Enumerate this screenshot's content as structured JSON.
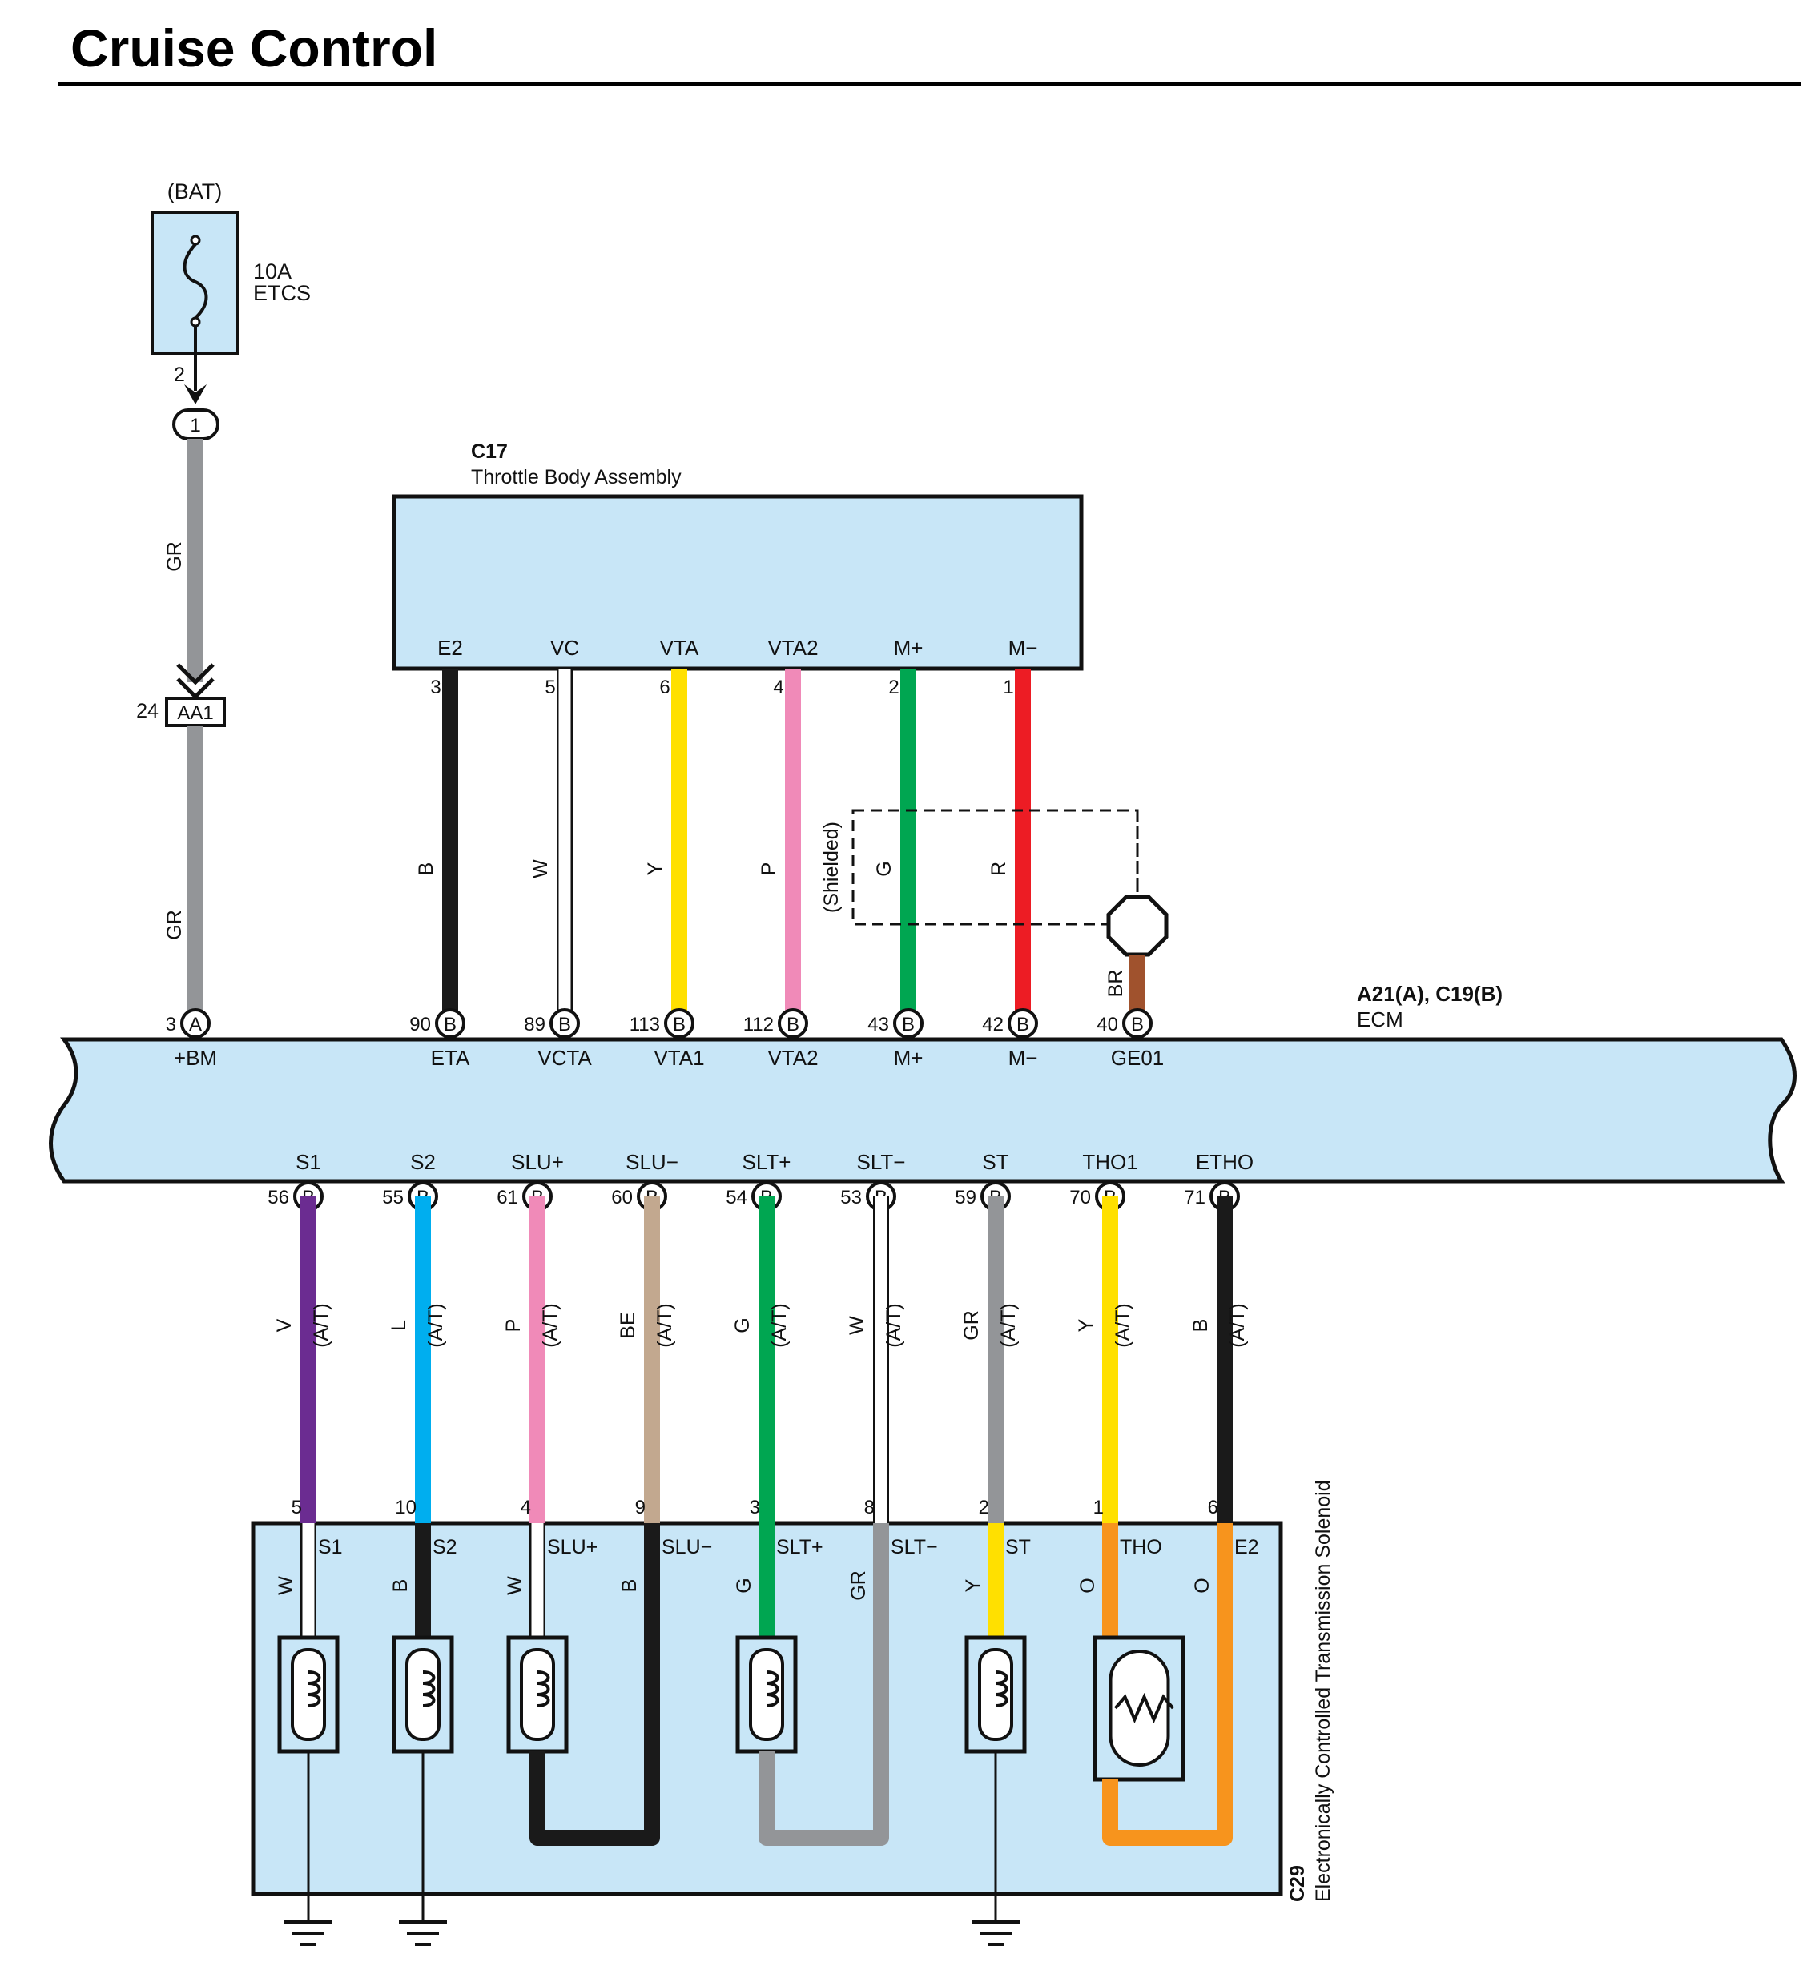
{
  "title": "Cruise Control",
  "colors": {
    "component_fill": "#c8e6f7",
    "B": "#1a1a1a",
    "W": "#ffffff",
    "Y": "#ffe000",
    "P": "#f08ab8",
    "G": "#00a651",
    "R": "#ed1c24",
    "BR": "#a0522d",
    "GR": "#939598",
    "V": "#6b2c91",
    "L": "#00aeef",
    "BE": "#c2a88f",
    "O": "#f7941d"
  },
  "battery": {
    "label": "(BAT)",
    "fuse_amp": "10A",
    "fuse_name": "ETCS",
    "pin": "2"
  },
  "connector_1": {
    "label": "1"
  },
  "junction": {
    "pin": "24",
    "label": "AA1"
  },
  "feed": {
    "wire_top": "GR",
    "wire_bottom": "GR"
  },
  "throttle": {
    "id": "C17",
    "name": "Throttle Body Assembly",
    "terminals": [
      {
        "name": "E2",
        "pin": "3",
        "wire": "B"
      },
      {
        "name": "VC",
        "pin": "5",
        "wire": "W"
      },
      {
        "name": "VTA",
        "pin": "6",
        "wire": "Y"
      },
      {
        "name": "VTA2",
        "pin": "4",
        "wire": "P"
      },
      {
        "name": "M+",
        "pin": "2",
        "wire": "G"
      },
      {
        "name": "M−",
        "pin": "1",
        "wire": "R"
      }
    ],
    "shield_label": "(Shielded)",
    "shield_wire": "BR"
  },
  "ecm": {
    "id": "A21(A), C19(B)",
    "name": "ECM",
    "top_pins": [
      {
        "num": "3",
        "conn": "A",
        "name": "+BM"
      },
      {
        "num": "90",
        "conn": "B",
        "name": "ETA"
      },
      {
        "num": "89",
        "conn": "B",
        "name": "VCTA"
      },
      {
        "num": "113",
        "conn": "B",
        "name": "VTA1"
      },
      {
        "num": "112",
        "conn": "B",
        "name": "VTA2"
      },
      {
        "num": "43",
        "conn": "B",
        "name": "M+"
      },
      {
        "num": "42",
        "conn": "B",
        "name": "M−"
      },
      {
        "num": "40",
        "conn": "B",
        "name": "GE01"
      }
    ],
    "bottom_pins": [
      {
        "num": "56",
        "conn": "B",
        "name": "S1"
      },
      {
        "num": "55",
        "conn": "B",
        "name": "S2"
      },
      {
        "num": "61",
        "conn": "B",
        "name": "SLU+"
      },
      {
        "num": "60",
        "conn": "B",
        "name": "SLU−"
      },
      {
        "num": "54",
        "conn": "B",
        "name": "SLT+"
      },
      {
        "num": "53",
        "conn": "B",
        "name": "SLT−"
      },
      {
        "num": "59",
        "conn": "B",
        "name": "ST"
      },
      {
        "num": "70",
        "conn": "B",
        "name": "THO1"
      },
      {
        "num": "71",
        "conn": "B",
        "name": "ETHO"
      }
    ]
  },
  "at_wires": [
    {
      "wire": "V",
      "note": "(A/T)"
    },
    {
      "wire": "L",
      "note": "(A/T)"
    },
    {
      "wire": "P",
      "note": "(A/T)"
    },
    {
      "wire": "BE",
      "note": "(A/T)"
    },
    {
      "wire": "G",
      "note": "(A/T)"
    },
    {
      "wire": "W",
      "note": "(A/T)"
    },
    {
      "wire": "GR",
      "note": "(A/T)"
    },
    {
      "wire": "Y",
      "note": "(A/T)"
    },
    {
      "wire": "B",
      "note": "(A/T)"
    }
  ],
  "solenoid": {
    "id": "C29",
    "name": "Electronically Controlled Transmission Solenoid",
    "terminals": [
      {
        "pin": "5",
        "name": "S1",
        "wire": "W"
      },
      {
        "pin": "10",
        "name": "S2",
        "wire": "B"
      },
      {
        "pin": "4",
        "name": "SLU+",
        "wire": "W"
      },
      {
        "pin": "9",
        "name": "SLU−",
        "wire": "B"
      },
      {
        "pin": "3",
        "name": "SLT+",
        "wire": "G"
      },
      {
        "pin": "8",
        "name": "SLT−",
        "wire": "GR"
      },
      {
        "pin": "2",
        "name": "ST",
        "wire": "Y"
      },
      {
        "pin": "1",
        "name": "THO",
        "wire": "O"
      },
      {
        "pin": "6",
        "name": "E2",
        "wire": "O"
      }
    ]
  }
}
